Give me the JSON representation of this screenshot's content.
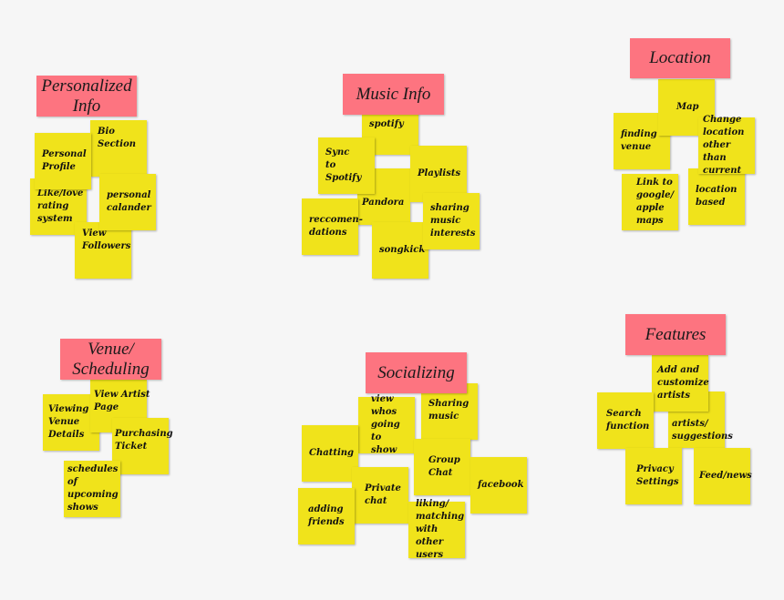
{
  "colors": {
    "background": "#f6f6f6",
    "header": "#fd7480",
    "note": "#f0e31b"
  },
  "groups": [
    {
      "title": "Personalized\nInfo",
      "notes": [
        "Like/love\nrating\nsystem",
        "Bio\nSection",
        "Personal\nProfile",
        "View\nFollowers",
        "personal\ncalander"
      ]
    },
    {
      "title": "Music Info",
      "notes": [
        "spotify",
        "Pandora",
        "Sync\nto Spotify",
        "Playlists",
        "reccomen-\ndations",
        "songkick",
        "sharing\nmusic\ninterests"
      ]
    },
    {
      "title": "Location",
      "notes": [
        "finding\nvenue",
        "Map",
        "location\nbased",
        "Change\nlocation\nother than\ncurrent",
        "Link to\ngoogle/\napple\nmaps"
      ]
    },
    {
      "title": "Venue/\nScheduling",
      "notes": [
        "Viewing\nVenue\nDetails",
        "View Artist\nPage",
        "schedules\nof\nupcoming\nshows",
        "Purchasing\nTicket"
      ]
    },
    {
      "title": "Socializing",
      "notes": [
        "Sharing\nmusic",
        "view\nwhos\ngoing to\nshow",
        "Chatting",
        "Group\nChat",
        "facebook",
        "Private\nchat",
        "adding\nfriends",
        "liking/\nmatching\nwith other\nusers"
      ]
    },
    {
      "title": "Features",
      "notes": [
        "artists/\nsuggestions",
        "Add and\ncustomize\nartists",
        "Search\nfunction",
        "Privacy\nSettings",
        "Feed/news"
      ]
    }
  ]
}
